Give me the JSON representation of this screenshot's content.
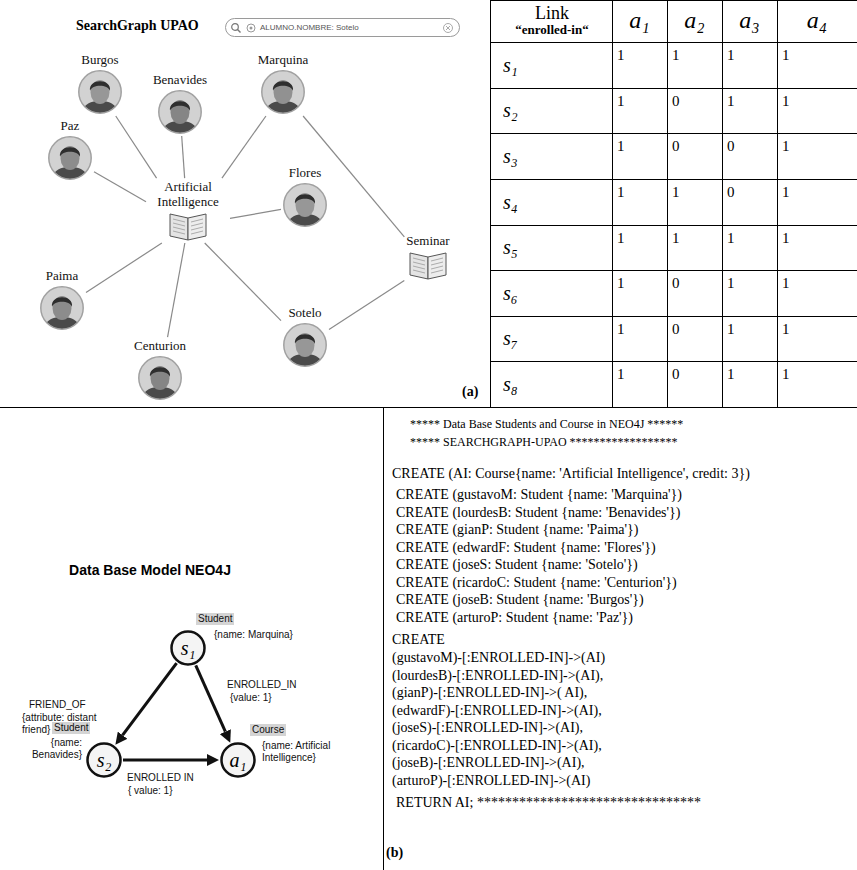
{
  "diagram": {
    "nodes": [
      {
        "text": [
          "ALUMNO.NOMBRE: Sotelo"
        ]
      },
      {
        "text": [
          "Burgos"
        ]
      },
      {
        "text": [
          "Benavides"
        ]
      },
      {
        "text": [
          "Marquina"
        ]
      },
      {
        "text": [
          "Paz"
        ]
      },
      {
        "text": [
          "Flores"
        ]
      },
      {
        "text": [
          "Artificial Intelligence"
        ]
      },
      {
        "text": [
          "Seminar"
        ]
      },
      {
        "text": [
          "Paima"
        ]
      },
      {
        "text": [
          "Sotelo"
        ]
      },
      {
        "text": [
          "Centurion"
        ]
      },
      {
        "text": [
          "s₁",
          "Student",
          "{name: Marquina}"
        ]
      },
      {
        "text": [
          "s₂",
          "Student",
          "{name: Benavides}"
        ]
      },
      {
        "text": [
          "a₁",
          "Course",
          "{name: Artificial Intelligence}"
        ]
      }
    ],
    "edges": [
      {
        "from": 6,
        "to": 1,
        "arrow": "none"
      },
      {
        "from": 6,
        "to": 2,
        "arrow": "none"
      },
      {
        "from": 6,
        "to": 3,
        "arrow": "none"
      },
      {
        "from": 6,
        "to": 4,
        "arrow": "none"
      },
      {
        "from": 6,
        "to": 5,
        "arrow": "none"
      },
      {
        "from": 6,
        "to": 8,
        "arrow": "none"
      },
      {
        "from": 6,
        "to": 9,
        "arrow": "none"
      },
      {
        "from": 6,
        "to": 10,
        "arrow": "none"
      },
      {
        "from": 3,
        "to": 7,
        "arrow": "none"
      },
      {
        "from": 9,
        "to": 7,
        "arrow": "none"
      },
      {
        "from": 11,
        "to": 12,
        "label": "FRIEND_OF",
        "arrow": "to"
      },
      {
        "from": 11,
        "to": 13,
        "label": "ENROLLED_IN",
        "arrow": "to"
      },
      {
        "from": 12,
        "to": 13,
        "label": "ENROLLED IN",
        "arrow": "to"
      }
    ],
    "labels": [
      "SearchGraph UPAO",
      "(a)",
      "Link",
      "“enrolled-in“",
      "a₁",
      "a₂",
      "a₃",
      "a₄",
      "s₁",
      "s₂",
      "s₃",
      "s₄",
      "s₅",
      "s₆",
      "s₇",
      "s₈",
      "1",
      "1",
      "1",
      "1",
      "1",
      "0",
      "1",
      "1",
      "1",
      "0",
      "0",
      "1",
      "1",
      "1",
      "0",
      "1",
      "1",
      "1",
      "1",
      "1",
      "1",
      "0",
      "1",
      "1",
      "1",
      "0",
      "1",
      "1",
      "1",
      "0",
      "1",
      "1",
      "Data Base Model NEO4J",
      "{attribute: distant friend}",
      "{value: 1}",
      "{ value: 1}",
      "***** Data Base Students and Course in NEO4J ******",
      "***** SEARCHGRAPH-UPAO ******************",
      "CREATE (AI: Course{name: 'Artificial Intelligence', credit: 3})",
      "CREATE (gustavoM: Student {name: 'Marquina'})",
      "CREATE (lourdesB: Student {name: 'Benavides'})",
      "CREATE (gianP: Student {name: 'Paima'})",
      "CREATE (edwardF: Student {name: 'Flores'})",
      "CREATE (joseS: Student {name: 'Sotelo'})",
      "CREATE (ricardoC: Student {name: 'Centurion'})",
      "CREATE (joseB: Student {name: 'Burgos'})",
      "CREATE (arturoP: Student {name: 'Paz'})",
      "CREATE",
      "(gustavoM)-[:ENROLLED-IN]->(AI)",
      "(lourdesB)-[:ENROLLED-IN]->(AI),",
      "(gianP)-[:ENROLLED-IN]->( AI),",
      "(edwardF)-[:ENROLLED-IN]->(AI),",
      "(joseS)-[:ENROLLED-IN]->(AI),",
      "(ricardoC)-[:ENROLLED-IN]->(AI),",
      "(joseB)-[:ENROLLED-IN]->(AI),",
      "(arturoP)-[:ENROLLED-IN]->(AI)",
      "RETURN AI; ********************************",
      "(b)"
    ]
  }
}
